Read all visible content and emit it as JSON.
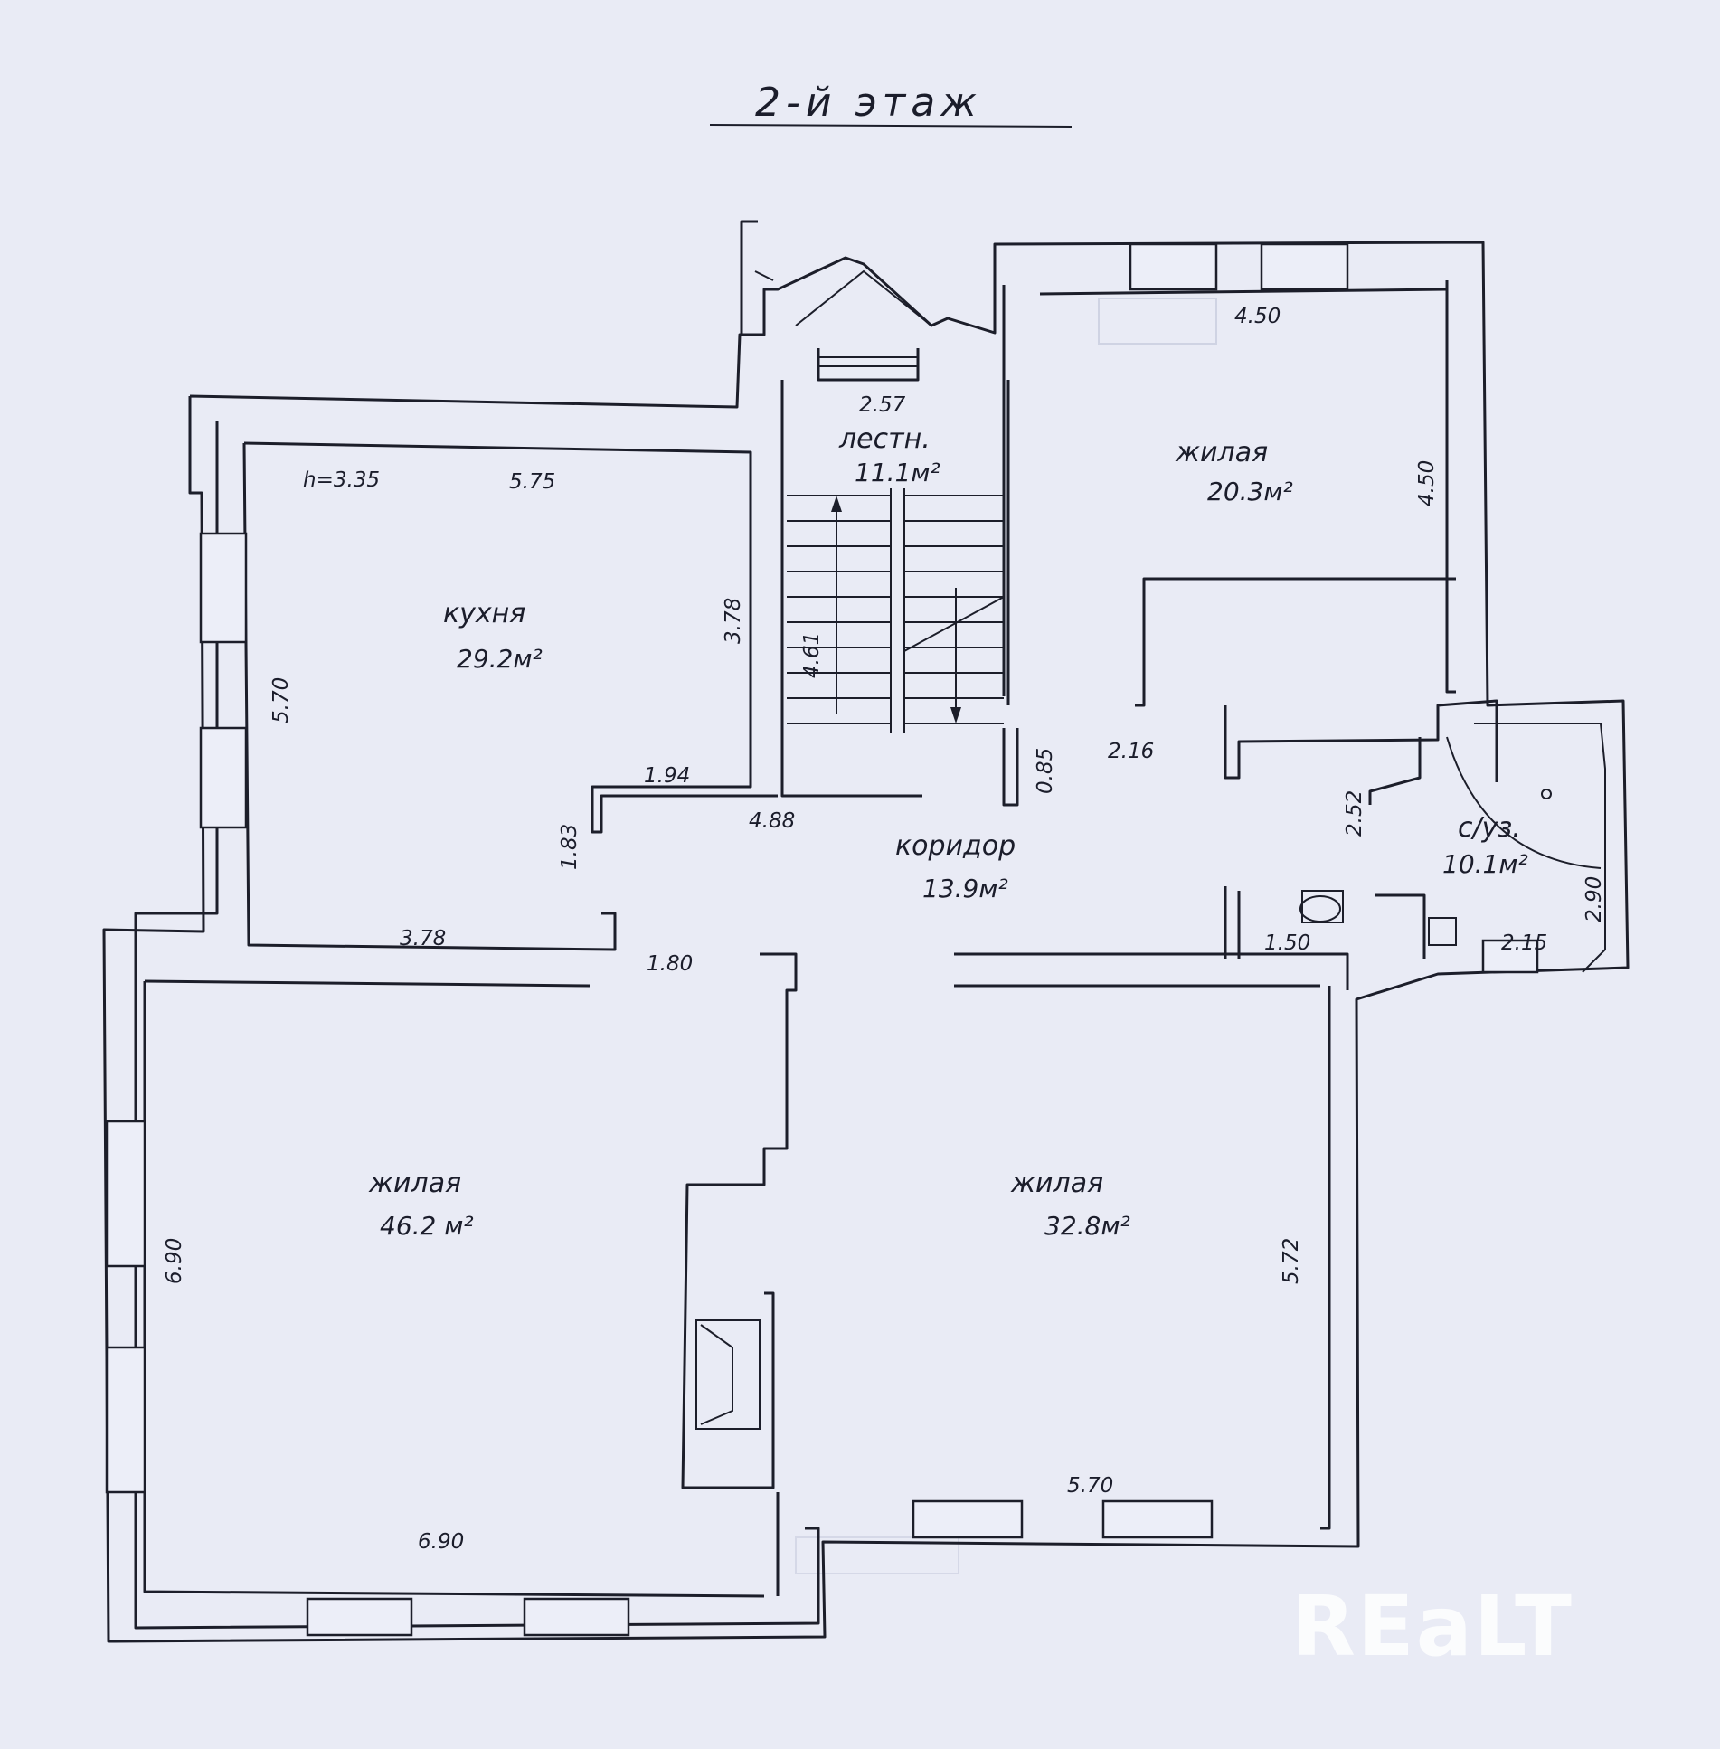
{
  "title": "2-й этаж",
  "ceiling_height": "h=3.35",
  "rooms": {
    "kitchen": {
      "name": "кухня",
      "area": "29.2м²"
    },
    "stairs": {
      "name": "лестн.",
      "area": "11.1м²"
    },
    "living_ne": {
      "name": "жилая",
      "area": "20.3м²"
    },
    "corridor": {
      "name": "коридор",
      "area": "13.9м²"
    },
    "bathroom": {
      "name": "с/уз.",
      "area": "10.1м²"
    },
    "living_sw": {
      "name": "жилая",
      "area": "46.2 м²"
    },
    "living_se": {
      "name": "жилая",
      "area": "32.8м²"
    }
  },
  "dimensions": {
    "kitchen_top": "5.75",
    "kitchen_left": "5.70",
    "kitchen_right": "3.78",
    "kitchen_bottom": "3.78",
    "kitchen_bottom_right": "1.94",
    "kitchen_lower": "1.83",
    "stairs_top": "2.57",
    "stairs_side": "4.61",
    "stairs_bottom": "4.88",
    "corridor_wall": "0.85",
    "corridor_right": "2.16",
    "living_ne_top": "4.50",
    "living_ne_right": "4.50",
    "bath_left": "2.52",
    "bath_right": "2.90",
    "bath_bottom": "2.15",
    "wc_bottom": "1.50",
    "corridor_bottom": "1.80",
    "living_sw_left": "6.90",
    "living_sw_bottom": "6.90",
    "living_se_right": "5.72",
    "living_se_bottom": "5.70"
  },
  "watermark": "REaLT"
}
